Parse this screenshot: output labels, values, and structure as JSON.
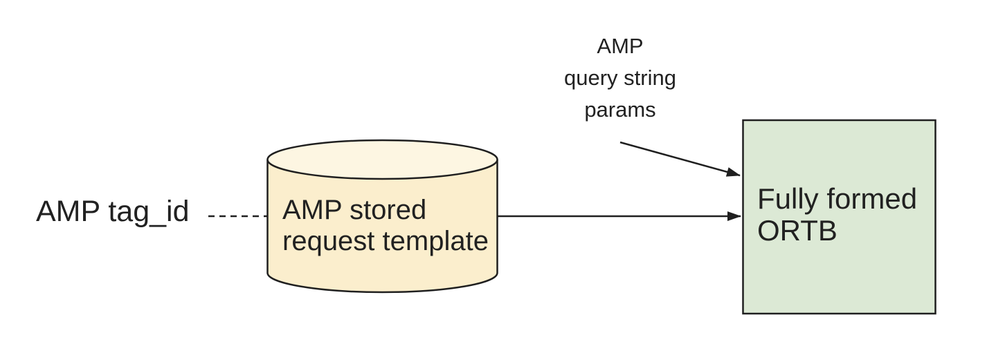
{
  "diagram": {
    "background_color": "#ffffff",
    "stroke_color": "#1f1f1f",
    "text_color": "#212121",
    "nodes": {
      "tag_id_label": {
        "shape": "text",
        "text": "AMP tag_id"
      },
      "stored_request_cylinder": {
        "shape": "cylinder",
        "label": "AMP stored\nrequest template",
        "fill": "#FBEECD",
        "top_fill": "#FDF6E2"
      },
      "query_params_label": {
        "shape": "text",
        "text": "AMP\nquery string\nparams"
      },
      "ortb_box": {
        "shape": "rectangle",
        "label": "Fully formed\nORTB",
        "fill": "#DCE9D5"
      }
    },
    "edges": [
      {
        "from": "tag_id_label",
        "to": "stored_request_cylinder",
        "style": "dashed",
        "arrowhead": false
      },
      {
        "from": "stored_request_cylinder",
        "to": "ortb_box",
        "style": "solid",
        "arrowhead": true
      },
      {
        "from": "query_params_label",
        "to": "ortb_box",
        "style": "solid",
        "arrowhead": true
      }
    ]
  }
}
